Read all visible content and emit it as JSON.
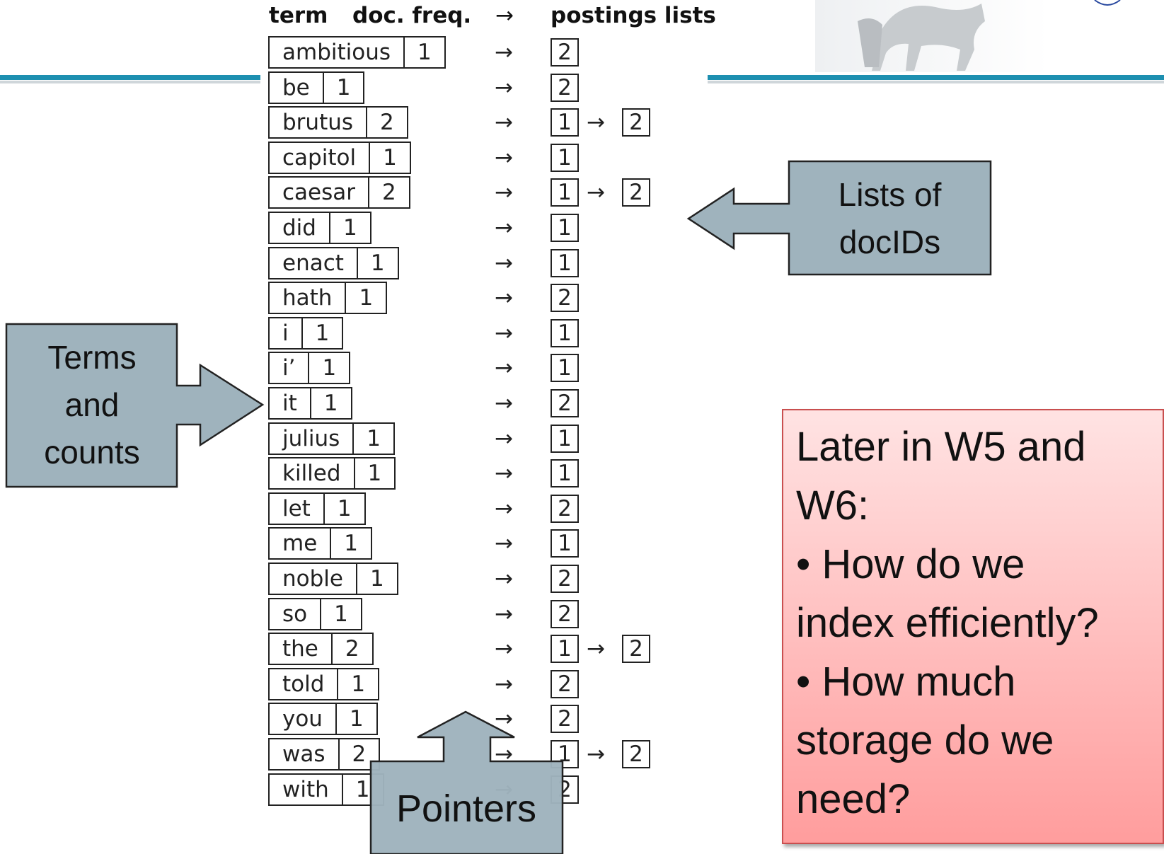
{
  "header": {
    "term": "term",
    "freq": "doc. freq.",
    "arrow": "→",
    "postings": "postings lists"
  },
  "index_rows": [
    {
      "term": "ambitious",
      "freq": "1",
      "postings": [
        "2"
      ]
    },
    {
      "term": "be",
      "freq": "1",
      "postings": [
        "2"
      ]
    },
    {
      "term": "brutus",
      "freq": "2",
      "postings": [
        "1",
        "2"
      ]
    },
    {
      "term": "capitol",
      "freq": "1",
      "postings": [
        "1"
      ]
    },
    {
      "term": "caesar",
      "freq": "2",
      "postings": [
        "1",
        "2"
      ]
    },
    {
      "term": "did",
      "freq": "1",
      "postings": [
        "1"
      ]
    },
    {
      "term": "enact",
      "freq": "1",
      "postings": [
        "1"
      ]
    },
    {
      "term": "hath",
      "freq": "1",
      "postings": [
        "2"
      ]
    },
    {
      "term": "i",
      "freq": "1",
      "postings": [
        "1"
      ]
    },
    {
      "term": "i’",
      "freq": "1",
      "postings": [
        "1"
      ]
    },
    {
      "term": "it",
      "freq": "1",
      "postings": [
        "2"
      ]
    },
    {
      "term": "julius",
      "freq": "1",
      "postings": [
        "1"
      ]
    },
    {
      "term": "killed",
      "freq": "1",
      "postings": [
        "1"
      ]
    },
    {
      "term": "let",
      "freq": "1",
      "postings": [
        "2"
      ]
    },
    {
      "term": "me",
      "freq": "1",
      "postings": [
        "1"
      ]
    },
    {
      "term": "noble",
      "freq": "1",
      "postings": [
        "2"
      ]
    },
    {
      "term": "so",
      "freq": "1",
      "postings": [
        "2"
      ]
    },
    {
      "term": "the",
      "freq": "2",
      "postings": [
        "1",
        "2"
      ]
    },
    {
      "term": "told",
      "freq": "1",
      "postings": [
        "2"
      ]
    },
    {
      "term": "you",
      "freq": "1",
      "postings": [
        "2"
      ]
    },
    {
      "term": "was",
      "freq": "2",
      "postings": [
        "1",
        "2"
      ]
    },
    {
      "term": "with",
      "freq": "1",
      "postings": [
        "2"
      ]
    }
  ],
  "arrow_glyph": "→",
  "callouts": {
    "terms": [
      "Terms",
      "and",
      "counts"
    ],
    "lists": [
      "Lists of",
      "docIDs"
    ],
    "pointers": "Pointers"
  },
  "note": {
    "lines": [
      "Later in W5 and",
      "W6:",
      "• How do we",
      "index efficiently?",
      "• How much",
      "storage do we",
      "need?"
    ]
  },
  "colors": {
    "callout_fill": "#9fb3bd",
    "rule": "#1d8fb0",
    "note_top": "#ffe3e3",
    "note_bottom": "#ff9d9d"
  }
}
